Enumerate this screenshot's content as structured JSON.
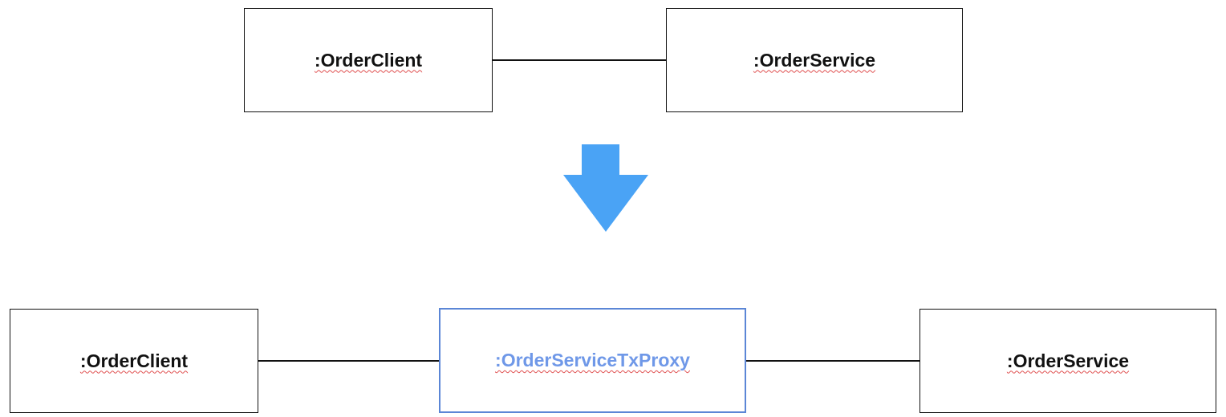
{
  "colors": {
    "arrow": "#4aa3f5",
    "proxy_border": "#5b86d6",
    "proxy_text": "#6f98e8",
    "box_border": "#111111"
  },
  "before": {
    "client_label": ":OrderClient",
    "service_label": ":OrderService"
  },
  "transition_icon": "down-arrow-icon",
  "after": {
    "client_label": ":OrderClient",
    "proxy_label": ":OrderServiceTxProxy",
    "service_label": ":OrderService"
  }
}
